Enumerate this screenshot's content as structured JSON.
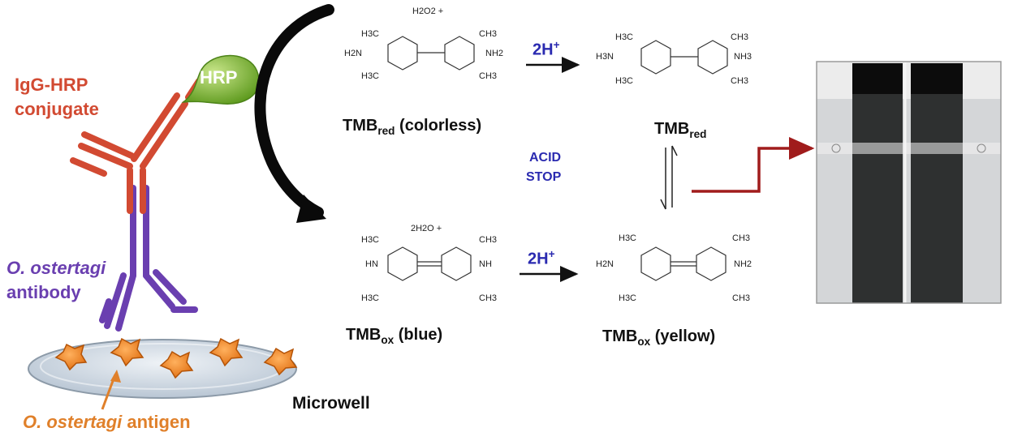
{
  "labels": {
    "conjugate_line1": "IgG-HRP",
    "conjugate_line2": "conjugate",
    "hrp": "HRP",
    "antibody_line1": "O. ostertagi",
    "antibody_line2": "antibody",
    "antigen_italic": "O. ostertagi",
    "antigen_rest": " antigen",
    "microwell": "Microwell",
    "acid": "ACID",
    "stop": "STOP",
    "two_h": "2H",
    "plus": "+",
    "tmb": "TMB",
    "red_sub": "red",
    "ox_sub": "ox",
    "colorless": " (colorless)",
    "blue": " (blue)",
    "yellow": " (yellow)"
  },
  "chem": {
    "h3c": "H3C",
    "ch3": "CH3",
    "h2n": "H2N",
    "nh2": "NH2",
    "h3n": "H3N",
    "nh3": "NH3",
    "hn": "HN",
    "nh": "NH",
    "h2o2": "H2O2 +",
    "twoh2o": "2H2O +"
  },
  "colors": {
    "conjugate": "#d24a32",
    "antibody": "#6a3fb0",
    "antigen": "#e0802a",
    "hrp": "#7ab32e",
    "acid_stop": "#2a2ab0",
    "arrow_red": "#a01c1c"
  }
}
